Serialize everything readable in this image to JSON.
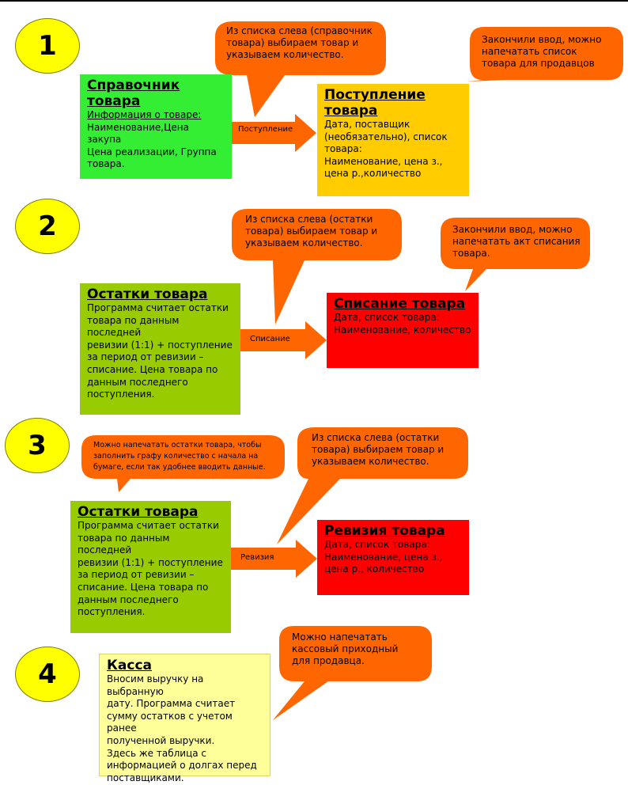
{
  "colors": {
    "green": "#33ee33",
    "olive": "#99cc00",
    "amber": "#ffcc00",
    "red": "#ff0000",
    "pale_yellow": "#ffff99",
    "orange": "#ff6600",
    "circle": "#ffff00"
  },
  "steps": [
    "1",
    "2",
    "3",
    "4"
  ],
  "s1": {
    "ref": {
      "title": "Справочник товара",
      "subtitle": "Информация о товаре:",
      "body": "Наименование,Цена закупа\nЦена реализации, Группа\nтовара."
    },
    "arrow": "Поступление",
    "target": {
      "title": "Поступление\nтовара",
      "body": "Дата, поставщик\n(необязательно), список\nтовара:\nНаименование, цена з.,\nцена р.,количество"
    },
    "callout_select": "Из списка слева (справочник\nтовара) выбираем товар и\nуказываем количество.",
    "callout_print": "Закончили ввод, можно\nнапечатать список\nтовара для продавцов"
  },
  "s2": {
    "src": {
      "title": "Остатки товара",
      "body": "Программа считает остатки\nтовара по данным последней\nревизии (1:1) + поступление\nза период от ревизии –\nсписание. Цена товара по\nданным последнего\nпоступления."
    },
    "arrow": "Списание",
    "target": {
      "title": "Списание товара",
      "body": "Дата, список товара:\nНаименование, количество"
    },
    "callout_select": "Из списка слева (остатки\nтовара) выбираем товар и\nуказываем количество.",
    "callout_print": "Закончили ввод, можно\nнапечатать акт списания\nтовара."
  },
  "s3": {
    "src": {
      "title": "Остатки товара",
      "body": "Программа считает остатки\nтовара по данным последней\nревизии (1:1) + поступление\nза период от ревизии –\nсписание. Цена товара по\nданным последнего\nпоступления."
    },
    "arrow": "Ревизия",
    "target": {
      "title": "Ревизия товара",
      "body": "Дата, список товара:\nНаименование, цена з.,\nцена р., количество"
    },
    "callout_print": "Можно напечатать остатки товара, чтобы\nзаполнить графу количество с начала на\nбумаге, если так удобнее вводить данные.",
    "callout_select": "Из списка слева (остатки\nтовара) выбираем товар и\nуказываем количество."
  },
  "s4": {
    "box": {
      "title": "Касса",
      "body": "Вносим выручку на выбранную\nдату. Программа считает\nсумму остатков с учетом ранее\nполученной выручки.\nЗдесь же таблица с\nинформацией о долгах перед\nпоставщиками."
    },
    "callout": "Можно напечатать\nкассовый  приходный\nдля продавца."
  }
}
